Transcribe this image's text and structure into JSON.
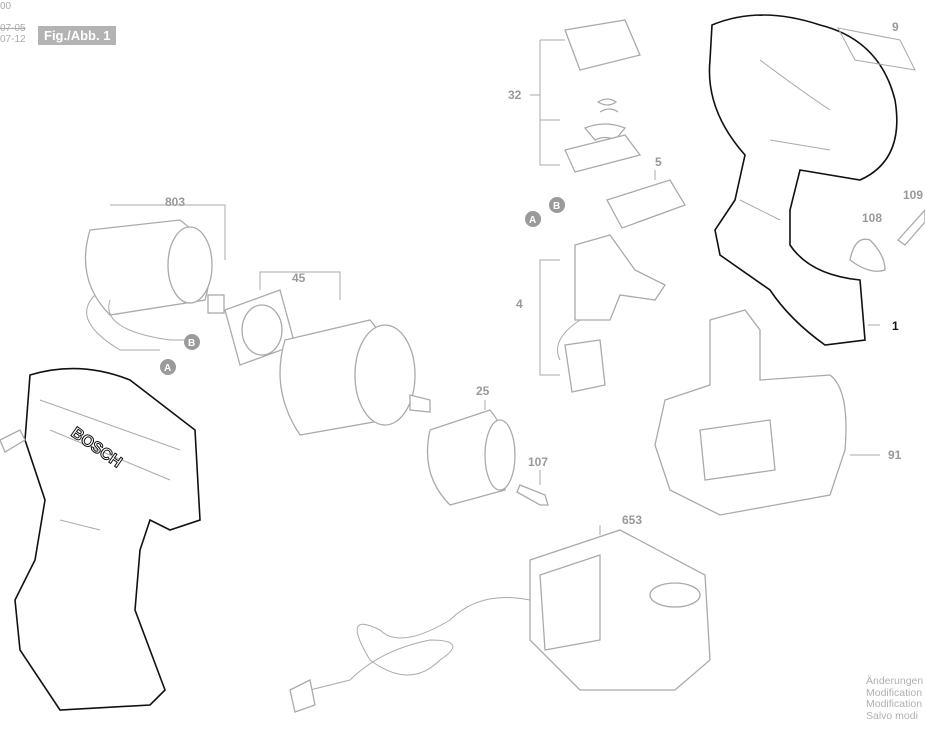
{
  "header": {
    "top_code": "00",
    "date_old": "07-05",
    "date_new": "07-12",
    "figure_label": "Fig./Abb. 1"
  },
  "notes": [
    "Änderungen",
    "Modification",
    "Modification",
    "Salvo modi"
  ],
  "part_labels": {
    "p9": "9",
    "p32": "32",
    "p5": "5",
    "p109": "109",
    "p108": "108",
    "p1": "1",
    "p4": "4",
    "p803": "803",
    "p45": "45",
    "p25": "25",
    "p107": "107",
    "p653": "653",
    "p91": "91"
  },
  "connectors": {
    "a": "A",
    "b": "B"
  },
  "brand": "BOSCH"
}
